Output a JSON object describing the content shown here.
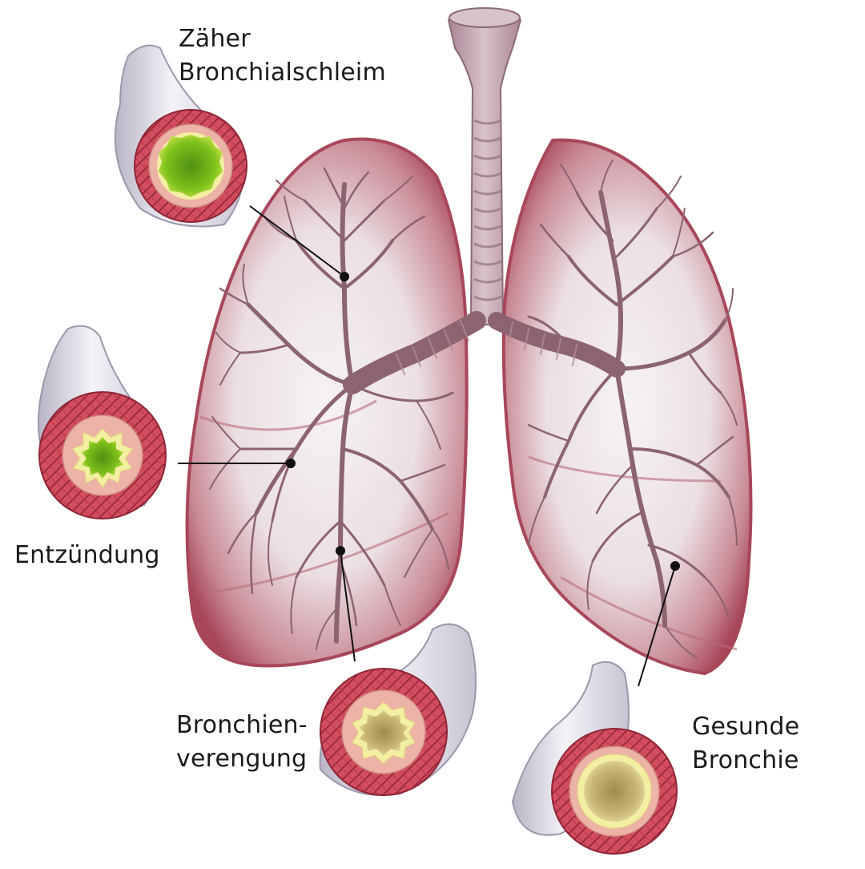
{
  "labels": {
    "mucus": {
      "line1": "Zäher",
      "line2": "Bronchialschleim"
    },
    "inflammation": {
      "line1": "Entzündung"
    },
    "narrowing": {
      "line1": "Bronchien-",
      "line2": "verengung"
    },
    "healthy": {
      "line1": "Gesunde",
      "line2": "Bronchie"
    }
  },
  "colors": {
    "background": "#ffffff",
    "lung_fill": "#e9dde0",
    "lung_edge": "#a8475a",
    "bronchi": "#8c6470",
    "trachea": "#c6a7b4",
    "muscle": "#d24d5f",
    "mucosa": "#ecb3a6",
    "mucus_green": "#7fc21a",
    "lumen_healthy": "#d8c487",
    "lining_yellow": "#f3efa2",
    "tube_outer": "#e6e3ec",
    "leader": "#111111"
  }
}
